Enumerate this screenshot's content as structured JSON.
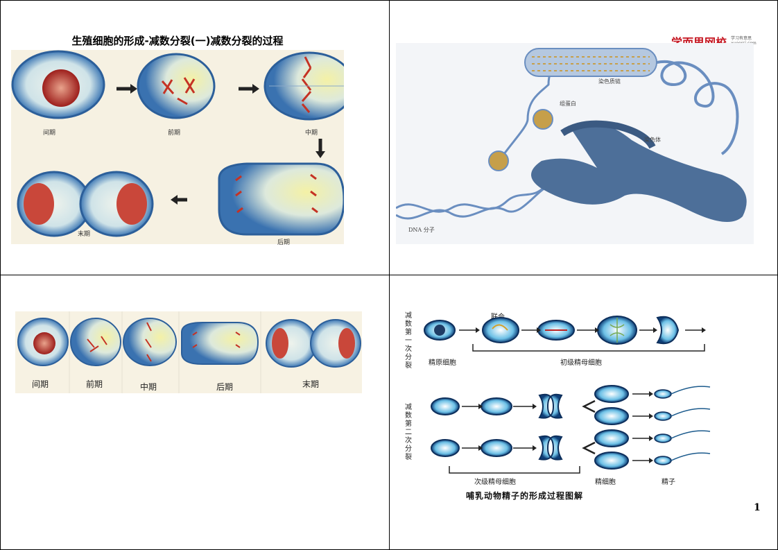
{
  "slide1": {
    "title": "生殖细胞的形成-减数分裂(一)减数分裂的过程",
    "labels": [
      "间期",
      "前期",
      "中期",
      "末期",
      "后期"
    ]
  },
  "slide2": {
    "brand": "学而思网校",
    "brand_sub_cn": "学习有意思",
    "brand_sub_en": "xueersi.com",
    "labels": {
      "chromatin": "染色质链",
      "histone": "组蛋白",
      "chromosome": "染色体",
      "dna": "DNA 分子"
    }
  },
  "slide3": {
    "labels": [
      "间期",
      "前期",
      "中期",
      "后期",
      "末期"
    ]
  },
  "slide4": {
    "side1": "减数第一次分裂",
    "side2": "减数第二次分裂",
    "synapsis": "联会",
    "spermatogonium": "精原细胞",
    "primary": "初级精母细胞",
    "secondary": "次级精母细胞",
    "spermatid": "精细胞",
    "sperm": "精子",
    "caption": "哺乳动物精子的形成过程图解"
  },
  "page_number": "1"
}
